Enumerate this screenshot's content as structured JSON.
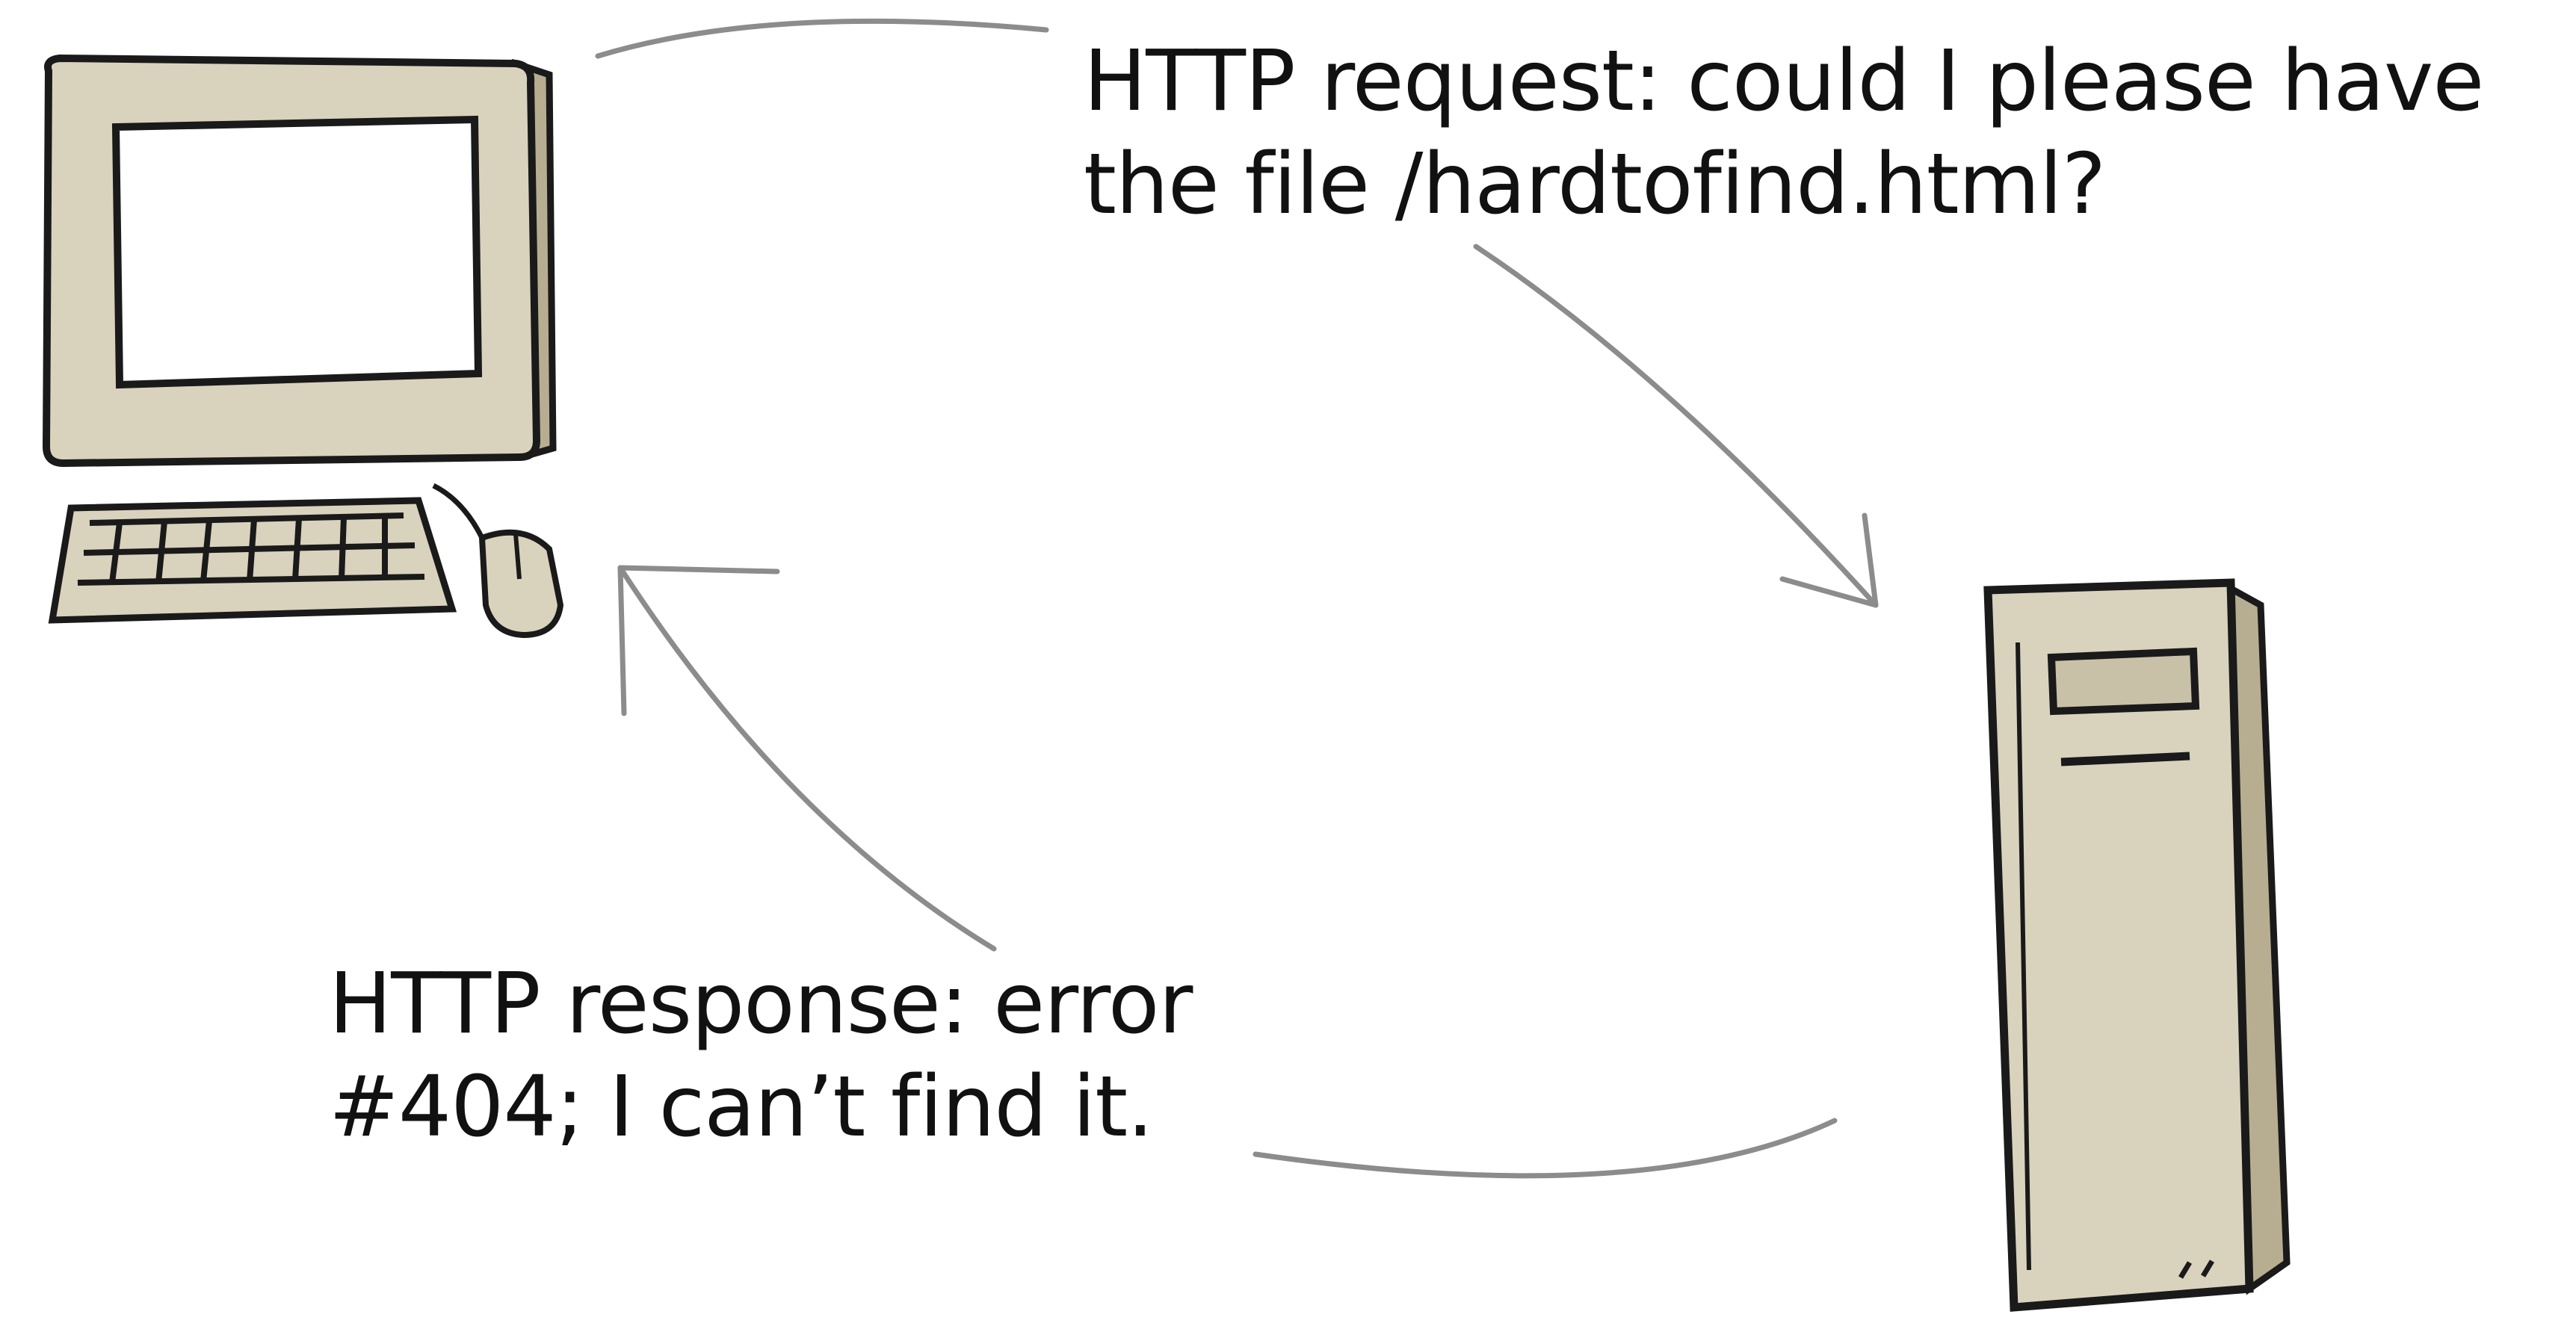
{
  "colors": {
    "background": "#ffffff",
    "device_body": "#d9d2bd",
    "device_shade": "#b7ae92",
    "outline": "#1a1a1a",
    "arrow": "#8c8c8c",
    "screen": "#ffffff"
  },
  "icons": {
    "client": "desktop-computer-icon",
    "server": "tower-server-icon"
  },
  "request": {
    "line1": "HTTP request: could I please have",
    "line2": "the file /hardtofind.html?"
  },
  "response": {
    "line1": "HTTP response: error",
    "line2": "#404; I can’t find it."
  }
}
